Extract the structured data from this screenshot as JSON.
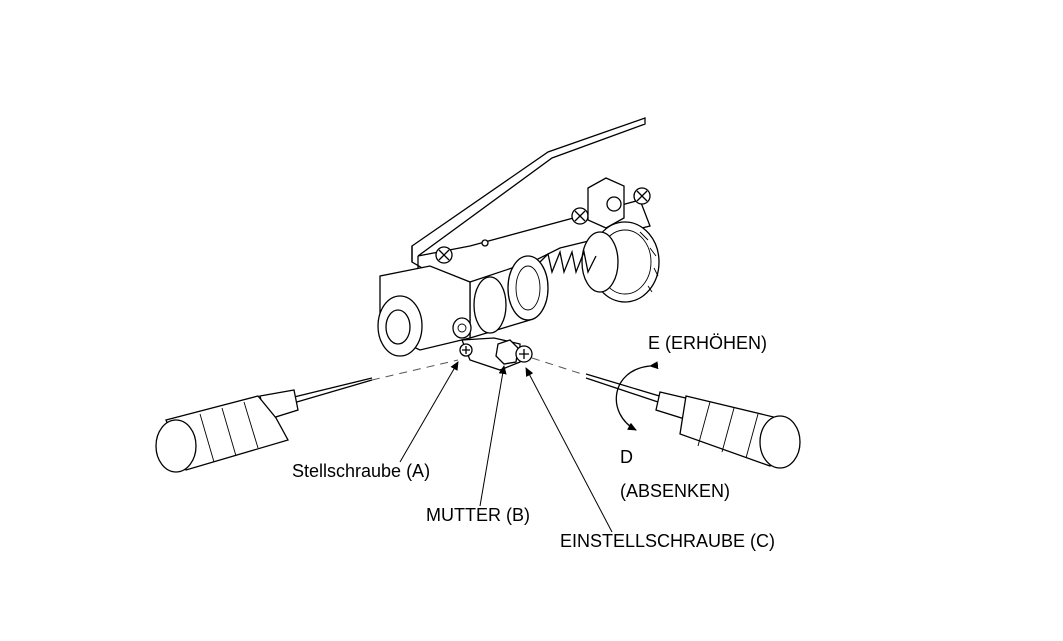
{
  "labels": {
    "adjust_screw_a": "Stellschraube (A)",
    "nut_b": "MUTTER (B)",
    "setting_screw_c": "EINSTELLSCHRAUBE (C)",
    "raise_e": "E (ERHÖHEN)",
    "lower_d_letter": "D",
    "lower_d_word": "(ABSENKEN)"
  },
  "colors": {
    "line": "#000000",
    "background": "#ffffff"
  }
}
